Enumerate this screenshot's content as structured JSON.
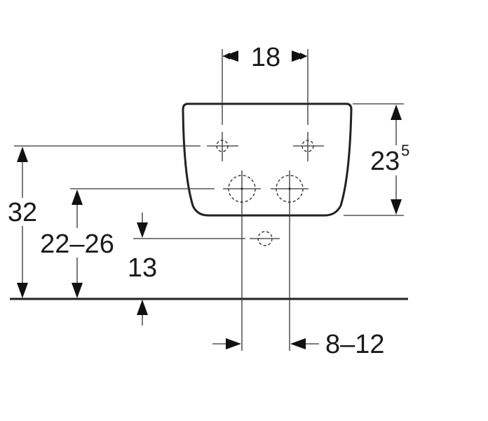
{
  "dimensions": {
    "hole_spacing": "18",
    "height_main": "23",
    "height_sup": "5",
    "total_height": "32",
    "inlet_height": "22–26",
    "drain_height": "13",
    "offset": "8–12"
  },
  "colors": {
    "line": "#333333",
    "text": "#1a1a1a"
  }
}
